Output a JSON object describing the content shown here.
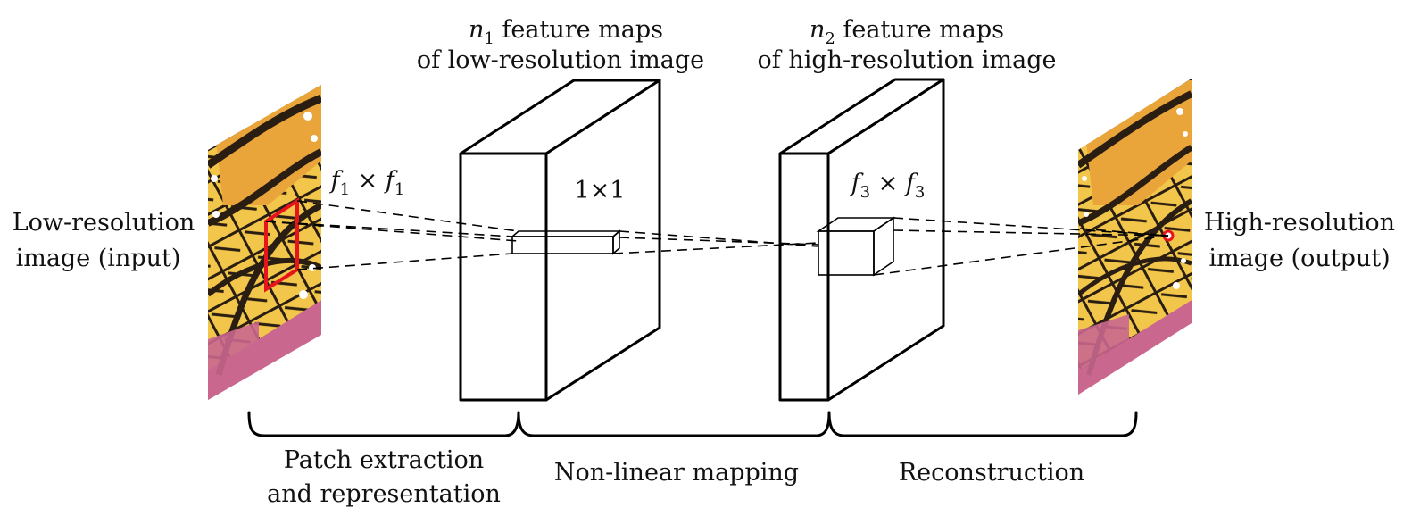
{
  "input_label": {
    "line1": "Low-resolution",
    "line2": "image (input)"
  },
  "output_label": {
    "line1": "High-resolution",
    "line2": "image (output)"
  },
  "layer1": {
    "var": "n",
    "sub": "1",
    "title_rest": " feature maps",
    "line2": "of low-resolution image"
  },
  "layer2": {
    "var": "n",
    "sub": "2",
    "title_rest": " feature maps",
    "line2": "of high-resolution image"
  },
  "filter1": {
    "a": "f",
    "a_sub": "1",
    "times": " × ",
    "b": "f",
    "b_sub": "1"
  },
  "filter2": {
    "text": "1×1"
  },
  "filter3": {
    "a": "f",
    "a_sub": "3",
    "times": " × ",
    "b": "f",
    "b_sub": "3"
  },
  "stages": {
    "patch_line1": "Patch extraction",
    "patch_line2": "and representation",
    "mapping": "Non-linear mapping",
    "reconstruction": "Reconstruction"
  },
  "colors": {
    "patch_highlight": "#e8141c",
    "wing_orange": "#e9a53a",
    "wing_yellow": "#f2c64a",
    "vein_dark": "#2a1d12",
    "flower_pink": "#c9678f"
  }
}
